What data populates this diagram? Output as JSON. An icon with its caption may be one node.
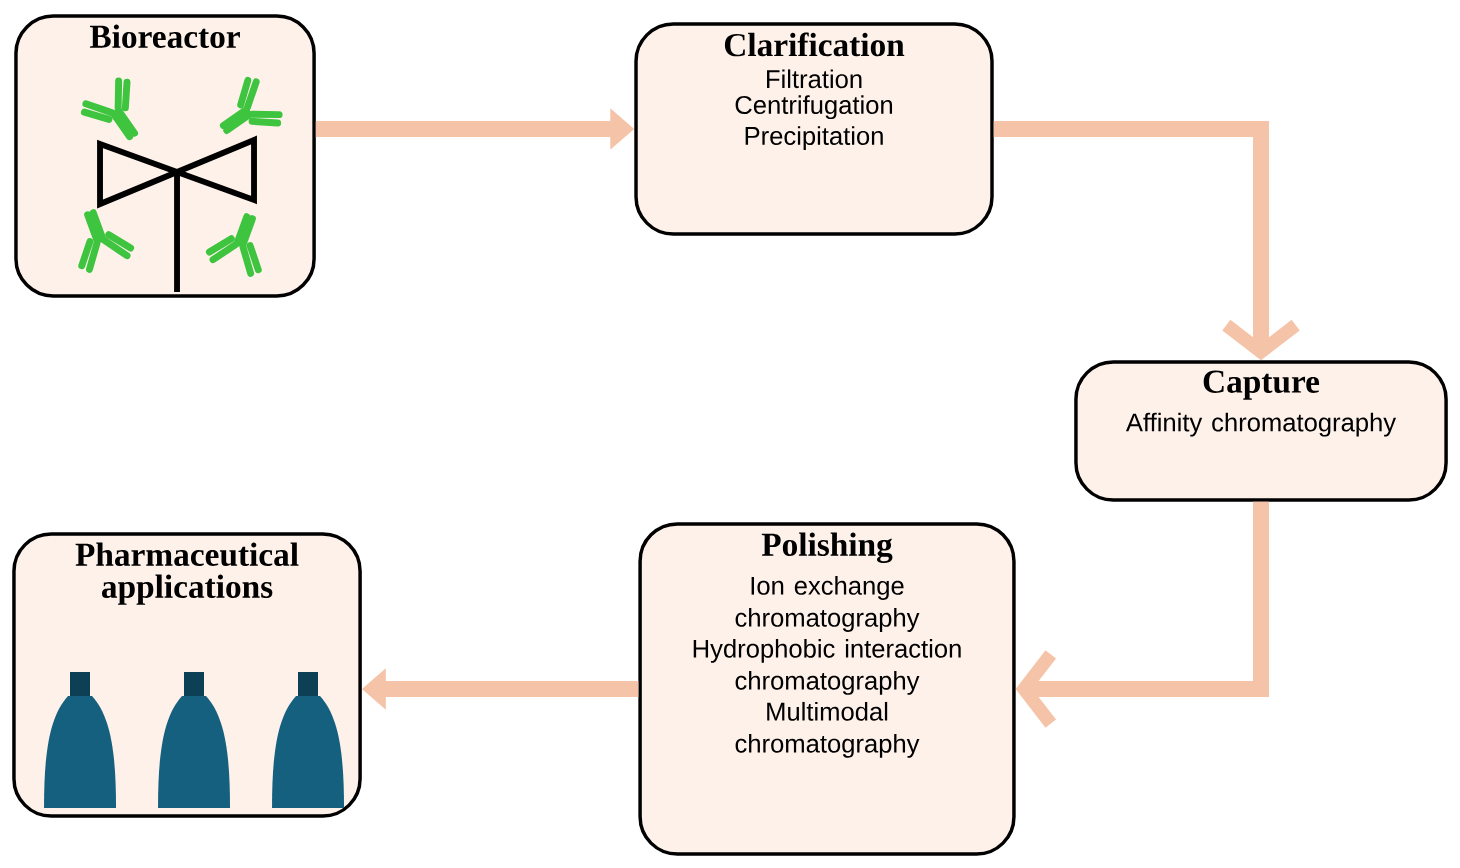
{
  "diagram": {
    "nodes": [
      {
        "text": [
          "Bioreactor"
        ]
      },
      {
        "text": [
          "Clarification",
          "Filtration",
          "Centrifugation",
          "Precipitation"
        ]
      },
      {
        "text": [
          "Capture",
          "Affinity chromatography"
        ]
      },
      {
        "text": [
          "Polishing",
          "Ion exchange chromatography",
          "Hydrophobic interaction chromatography",
          "Multimodal chromatography"
        ]
      },
      {
        "text": [
          "Pharmaceutical applications"
        ]
      }
    ],
    "edges": [
      {
        "from": 0,
        "to": 1,
        "arrow": "to"
      },
      {
        "from": 1,
        "to": 2,
        "arrow": "to"
      },
      {
        "from": 2,
        "to": 3,
        "arrow": "to"
      },
      {
        "from": 3,
        "to": 4,
        "arrow": "to"
      }
    ]
  }
}
